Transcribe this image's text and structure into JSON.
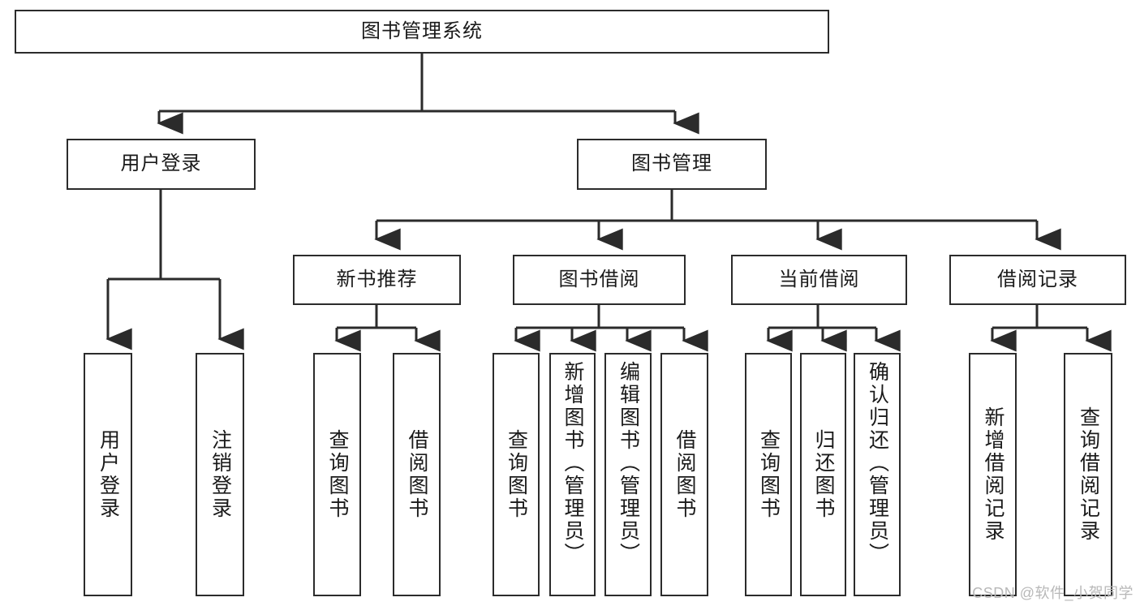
{
  "diagram": {
    "title": "图书管理系统",
    "type": "tree-hierarchy-chart",
    "watermark": "CSDN @软件_小贺同学",
    "colors": {
      "box_border": "#2b2b2b",
      "box_fill": "#ffffff",
      "connector": "#2b2b2b",
      "text": "#1a1a1a",
      "watermark": "#b8b8b8",
      "background": "#ffffff"
    },
    "nodes": {
      "root": {
        "label": "图书管理系统"
      },
      "level2": [
        {
          "id": "user-login",
          "label": "用户登录"
        },
        {
          "id": "book-manage",
          "label": "图书管理"
        }
      ],
      "level3": [
        {
          "id": "new-book-rec",
          "label": "新书推荐"
        },
        {
          "id": "book-borrow",
          "label": "图书借阅"
        },
        {
          "id": "current-borrow",
          "label": "当前借阅"
        },
        {
          "id": "borrow-record",
          "label": "借阅记录"
        }
      ],
      "leaves": {
        "user_login": [
          {
            "id": "leaf-user-login",
            "label": "用户登录"
          },
          {
            "id": "leaf-logout",
            "label": "注销登录"
          }
        ],
        "new_book_rec": [
          {
            "id": "leaf-query-book-1",
            "label": "查询图书"
          },
          {
            "id": "leaf-borrow-book-1",
            "label": "借阅图书"
          }
        ],
        "book_borrow": [
          {
            "id": "leaf-query-book-2",
            "label": "查询图书"
          },
          {
            "id": "leaf-add-book",
            "label": "新增图书（管理员）"
          },
          {
            "id": "leaf-edit-book",
            "label": "编辑图书（管理员）"
          },
          {
            "id": "leaf-borrow-book-2",
            "label": "借阅图书"
          }
        ],
        "current_borrow": [
          {
            "id": "leaf-query-book-3",
            "label": "查询图书"
          },
          {
            "id": "leaf-return-book",
            "label": "归还图书"
          },
          {
            "id": "leaf-confirm-return",
            "label": "确认归还（管理员）"
          }
        ],
        "borrow_record": [
          {
            "id": "leaf-add-record",
            "label": "新增借阅记录"
          },
          {
            "id": "leaf-query-record",
            "label": "查询借阅记录"
          }
        ]
      }
    }
  }
}
